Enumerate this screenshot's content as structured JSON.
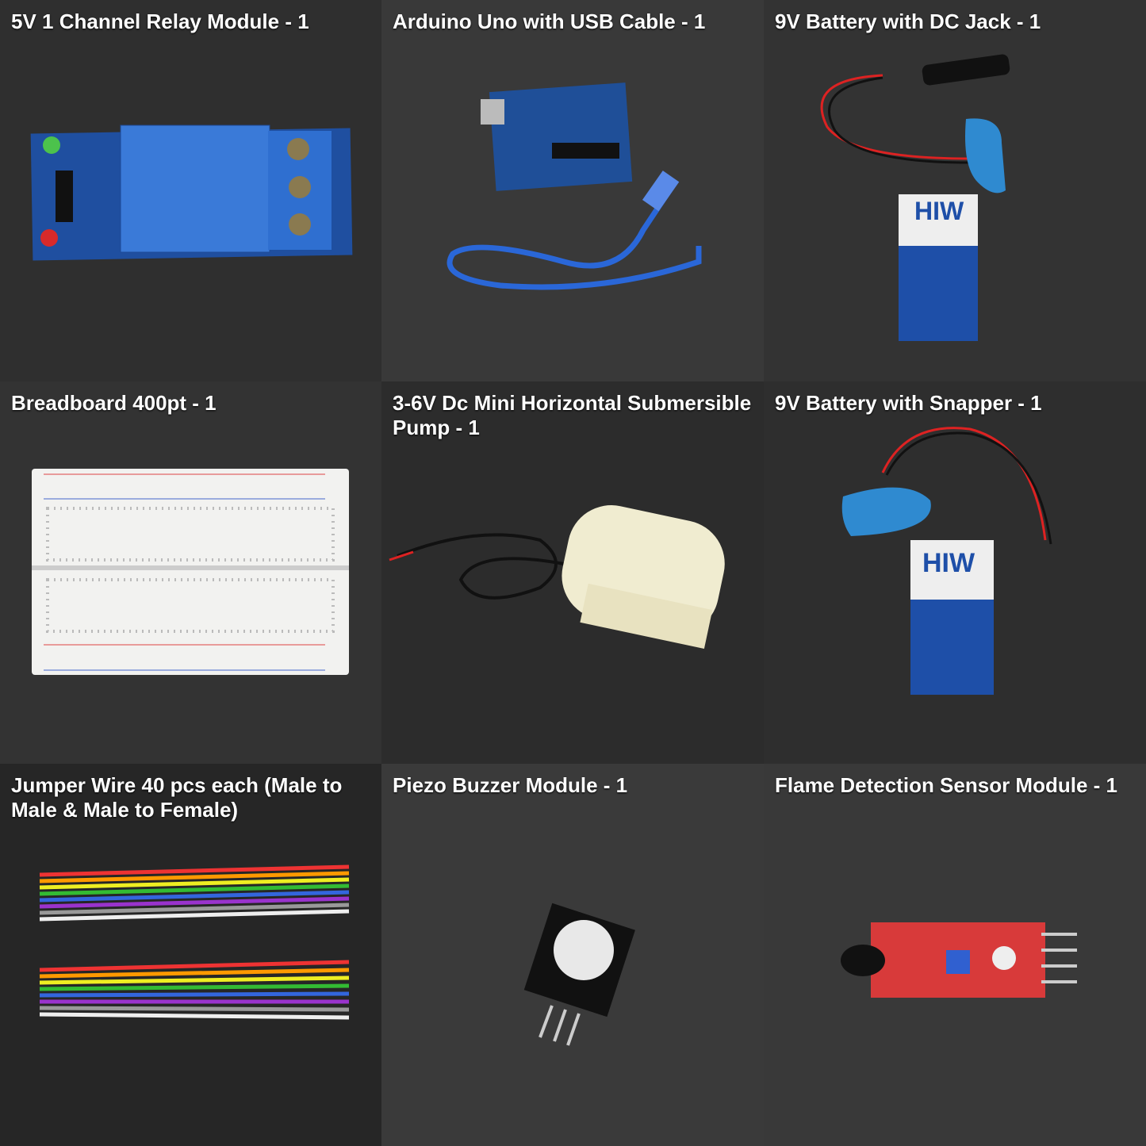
{
  "items": [
    {
      "title": "5V 1 Channel Relay Module - 1",
      "bg": "#2f2f2f"
    },
    {
      "title": "Arduino Uno with USB Cable - 1",
      "bg": "#393939"
    },
    {
      "title": "9V Battery with DC Jack - 1",
      "bg": "#333333"
    },
    {
      "title": "Breadboard 400pt - 1",
      "bg": "#333333"
    },
    {
      "title": "3-6V Dc Mini Horizontal Submersible Pump - 1",
      "bg": "#2c2c2c"
    },
    {
      "title": "9V Battery with Snapper - 1",
      "bg": "#2e2e2e"
    },
    {
      "title": "Jumper Wire 40 pcs each (Male to Male & Male to Female)",
      "bg": "#262626"
    },
    {
      "title": "Piezo Buzzer Module - 1",
      "bg": "#3a3a3a"
    },
    {
      "title": "Flame Detection Sensor Module - 1",
      "bg": "#393939"
    }
  ],
  "product_labels": {
    "battery_brand": "HIW"
  },
  "colors": {
    "relay_blue": "#2f6fd0",
    "board_blue": "#1f4fa0",
    "cable_blue": "#2a67d8",
    "sensor_red": "#d83a3a"
  }
}
